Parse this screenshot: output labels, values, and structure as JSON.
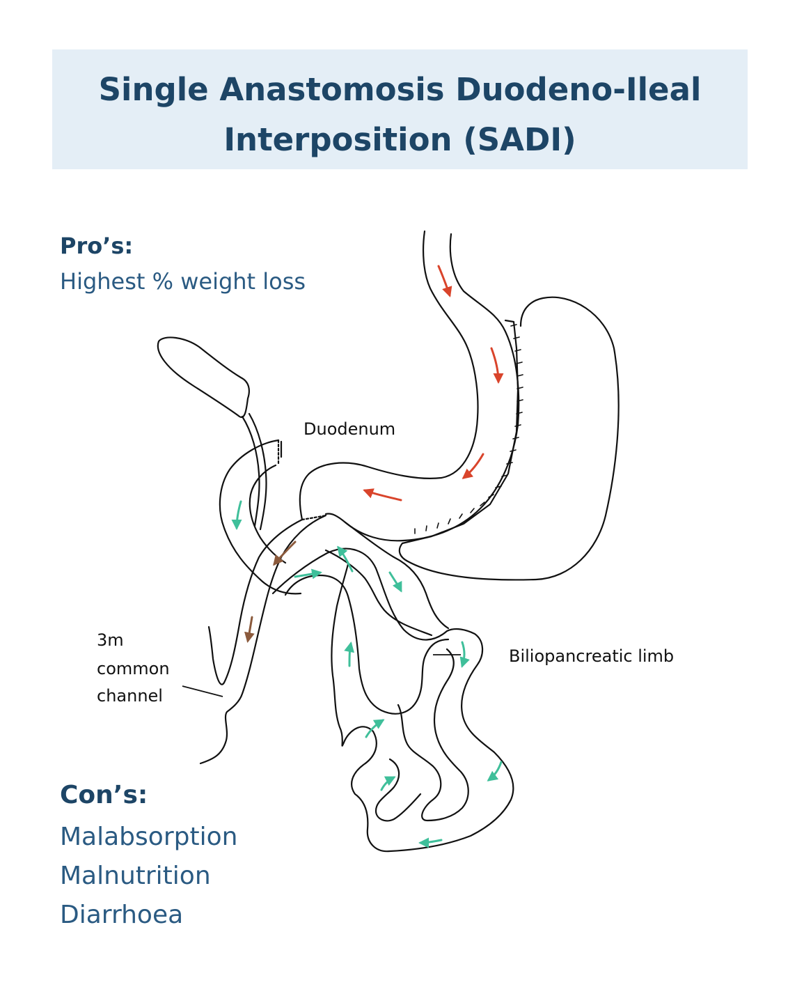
{
  "title": {
    "line1": "Single Anastomosis Duodeno-Ileal",
    "line2": "Interposition (SADI)"
  },
  "pros": {
    "heading": "Pro’s:",
    "items": [
      "Highest % weight loss"
    ]
  },
  "cons": {
    "heading": "Con’s:",
    "items": [
      "Malabsorption",
      "Malnutrition",
      "Diarrhoea"
    ]
  },
  "labels": {
    "duodenum": "Duodenum",
    "biliopancreatic_limb": "Biliopancreatic limb",
    "common_channel": [
      "3m",
      "common",
      "channel"
    ]
  },
  "colors": {
    "title_background": "#e4eef6",
    "heading": "#1d4566",
    "body_text": "#2a5a82",
    "food_flow_arrow": "#d9442b",
    "bile_flow_arrow": "#3fbf9a",
    "mixed_flow_arrow": "#8b5a3c"
  }
}
